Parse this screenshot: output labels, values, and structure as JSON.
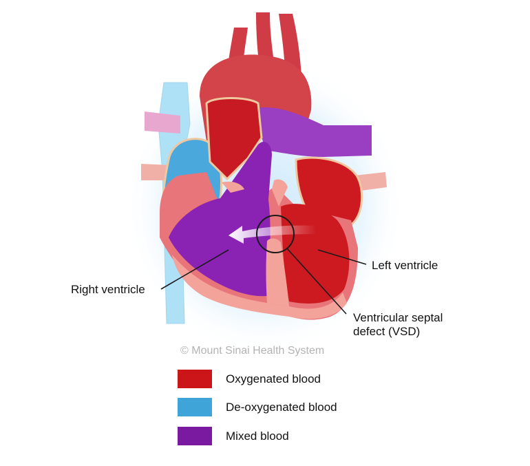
{
  "labels": {
    "left_ventricle": "Left ventricle",
    "right_ventricle": "Right ventricle",
    "vsd_line1": "Ventricular septal",
    "vsd_line2": "defect (VSD)"
  },
  "copyright": "© Mount Sinai Health System",
  "legend": [
    {
      "label": "Oxygenated blood",
      "color": "#cc1518"
    },
    {
      "label": "De-oxygenated blood",
      "color": "#3fa4d8"
    },
    {
      "label": "Mixed blood",
      "color": "#7a1aa0"
    }
  ],
  "colors": {
    "oxygenated": "#cc1518",
    "deoxygenated": "#3fa4d8",
    "mixed": "#7a1aa0",
    "muscle": "#f4a39a",
    "wall": "#d85a5a"
  }
}
